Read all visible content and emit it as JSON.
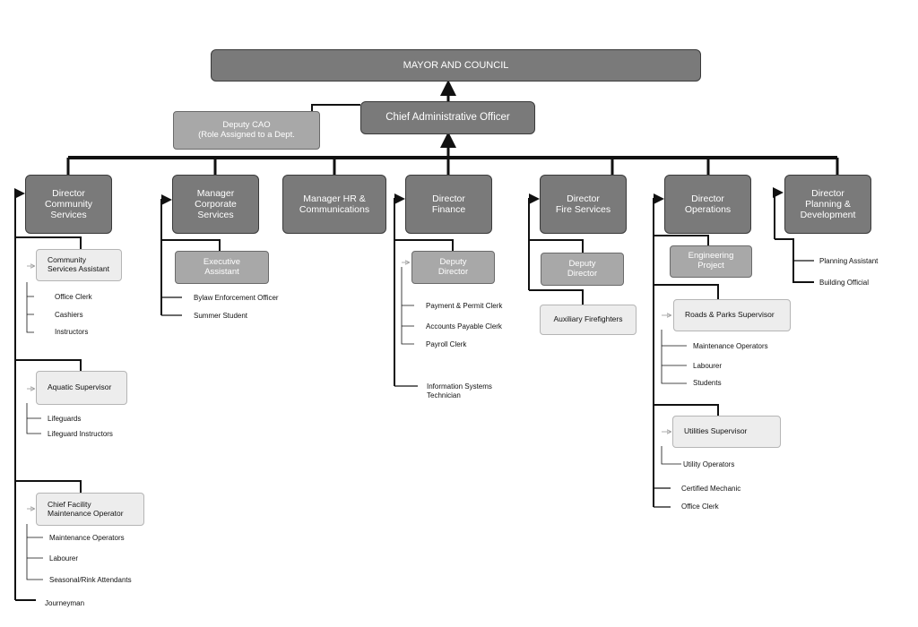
{
  "mayor": "MAYOR AND COUNCIL",
  "cao": "Chief Administrative Officer",
  "deputy_cao": "Deputy CAO\n(Role Assigned to a Dept.",
  "directors": {
    "community": "Director\nCommunity\nServices",
    "corporate": "Manager\nCorporate\nServices",
    "hr": "Manager HR &\nCommunications",
    "finance": "Director\nFinance",
    "fire": "Director\nFire Services",
    "operations": "Director\nOperations",
    "planning": "Director\nPlanning &\nDevelopment"
  },
  "community": {
    "assistant": "Community\nServices Assistant",
    "assistant_staff": [
      "Office Clerk",
      "Cashiers",
      "Instructors"
    ],
    "aquatic": "Aquatic Supervisor",
    "aquatic_staff": [
      "Lifeguards",
      "Lifeguard Instructors"
    ],
    "facility": "Chief Facility\nMaintenance Operator",
    "facility_staff": [
      "Maintenance Operators",
      "Labourer",
      "Seasonal/Rink Attendants"
    ],
    "journeyman": "Journeyman"
  },
  "corporate": {
    "exec_assistant": "Executive\nAssistant",
    "staff": [
      "Bylaw Enforcement Officer",
      "Summer Student"
    ]
  },
  "finance": {
    "deputy": "Deputy\nDirector",
    "staff": [
      "Payment & Permit Clerk",
      "Accounts Payable Clerk",
      "Payroll Clerk"
    ],
    "it": "Information Systems\nTechnician"
  },
  "fire": {
    "deputy": "Deputy\nDirector",
    "auxiliary": "Auxiliary Firefighters"
  },
  "operations": {
    "engineering": "Engineering\nProject",
    "roads": "Roads & Parks Supervisor",
    "roads_staff": [
      "Maintenance Operators",
      "Labourer",
      "Students"
    ],
    "utilities": "Utilities Supervisor",
    "utilities_staff": [
      "Utility Operators"
    ],
    "other_staff": [
      "Certified Mechanic",
      "Office Clerk"
    ]
  },
  "planning": {
    "staff": [
      "Planning Assistant",
      "Building Official"
    ]
  }
}
